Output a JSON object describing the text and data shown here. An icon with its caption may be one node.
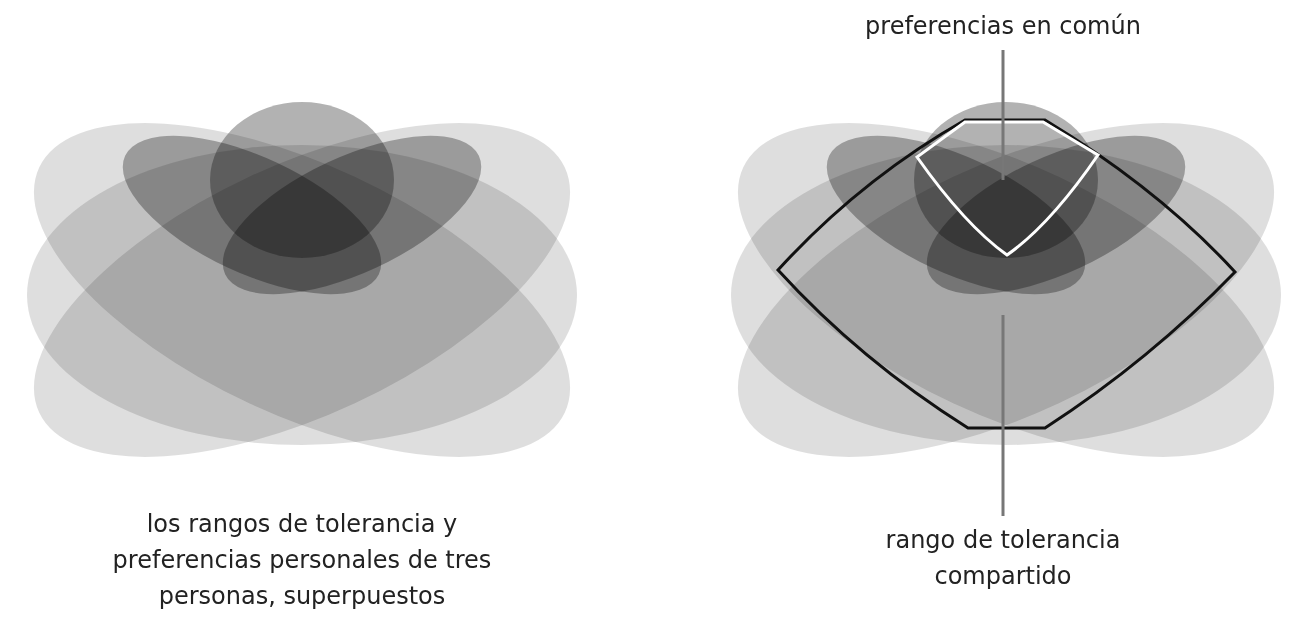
{
  "diagram": {
    "nodes": [
      {
        "text": [
          "preferencias en común"
        ]
      },
      {
        "text": [],
        "shape": "pentagon",
        "in": 2
      },
      {
        "text": [],
        "shape": "hexagon"
      },
      {
        "text": [
          "rango de tolerancia compartido"
        ]
      }
    ],
    "edges": [
      {
        "from": 0,
        "to": 1,
        "arrow": "none"
      },
      {
        "from": 3,
        "to": 2,
        "arrow": "none"
      }
    ],
    "labels": [
      "los rangos de tolerancia y preferencias personales de tres personas, superpuestos"
    ]
  }
}
